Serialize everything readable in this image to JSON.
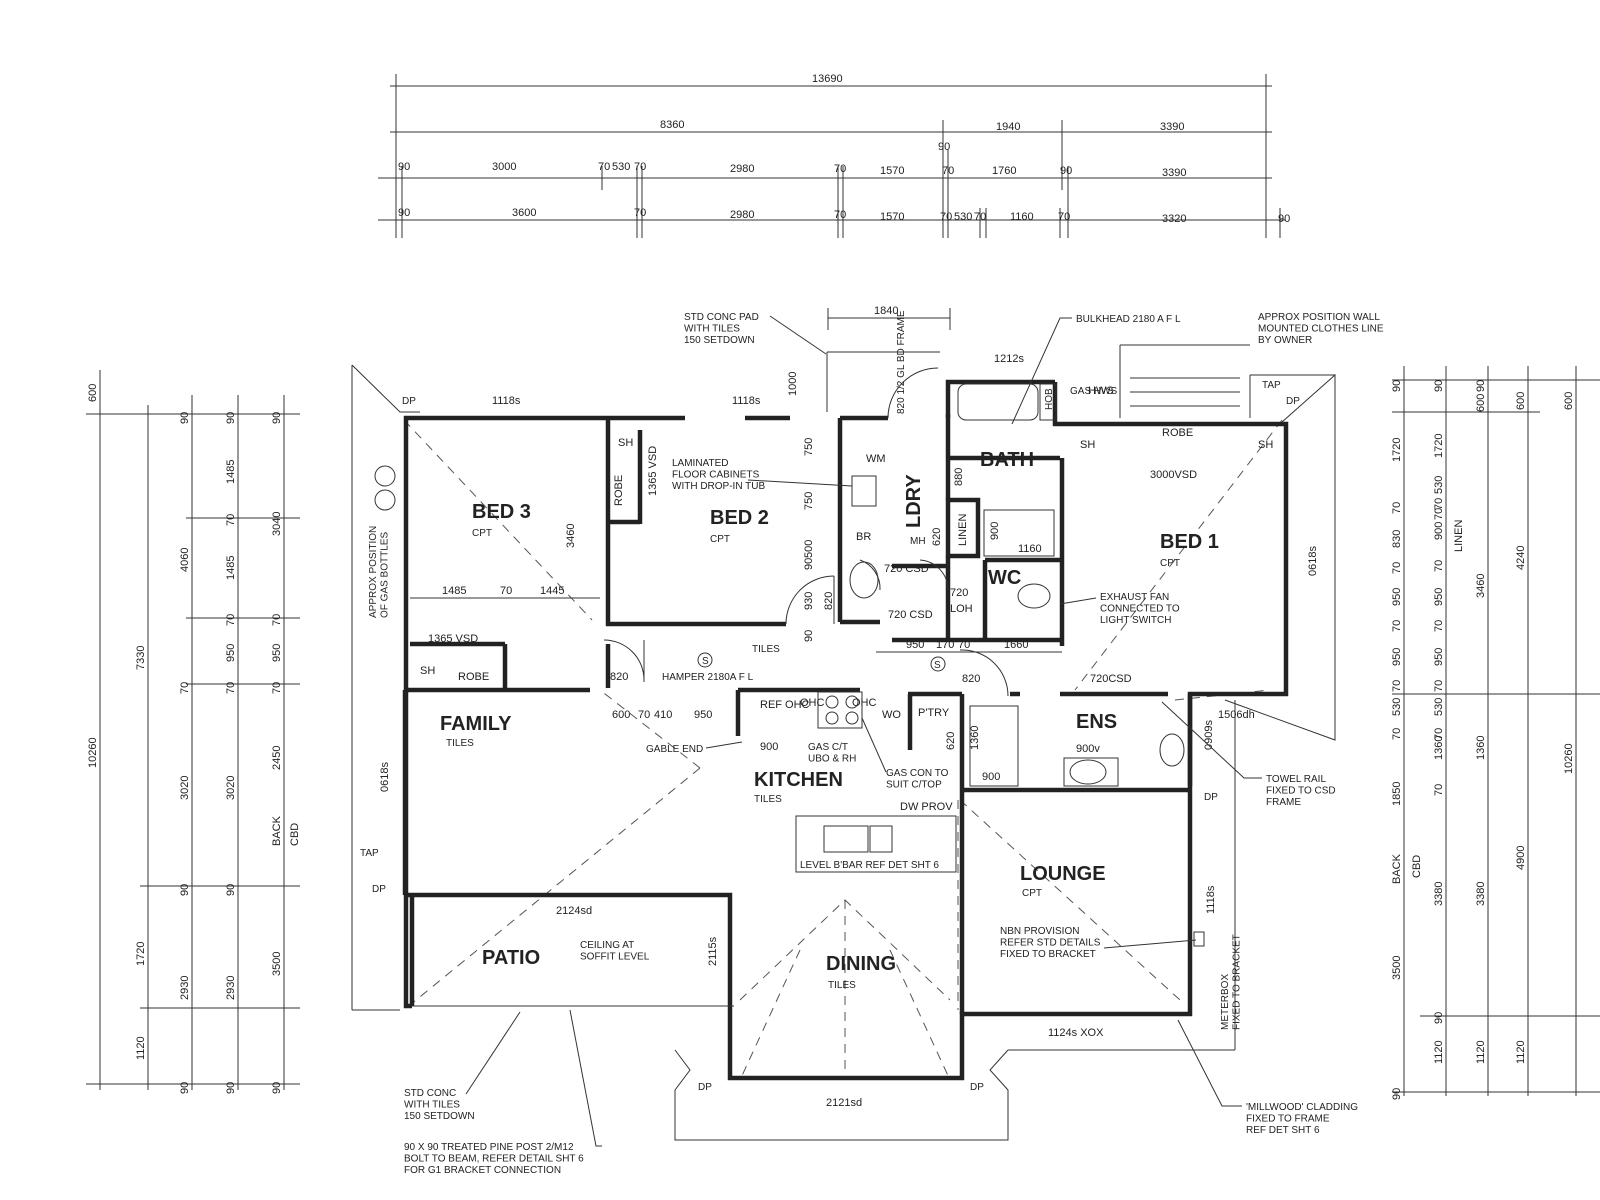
{
  "rooms": {
    "bed3": {
      "name": "BED 3",
      "floor": "CPT"
    },
    "bed2": {
      "name": "BED 2",
      "floor": "CPT"
    },
    "bed1": {
      "name": "BED 1",
      "floor": "CPT"
    },
    "bath": {
      "name": "BATH"
    },
    "ldry": {
      "name": "LDRY"
    },
    "wc": {
      "name": "WC"
    },
    "ens": {
      "name": "ENS"
    },
    "family": {
      "name": "FAMILY",
      "floor": "TILES"
    },
    "kitchen": {
      "name": "KITCHEN",
      "floor": "TILES"
    },
    "patio": {
      "name": "PATIO",
      "note": "CEILING AT\nSOFFIT LEVEL"
    },
    "dining": {
      "name": "DINING",
      "floor": "TILES"
    },
    "lounge": {
      "name": "LOUNGE",
      "floor": "CPT"
    }
  },
  "dims_top": {
    "row1": [
      "13690"
    ],
    "row2": [
      "8360",
      "90",
      "1940",
      "3390"
    ],
    "row3": [
      "90",
      "3000",
      "70",
      "530",
      "70",
      "2980",
      "70",
      "1570",
      "70",
      "1760",
      "90",
      "3390"
    ],
    "row4": [
      "90",
      "3600",
      "70",
      "2980",
      "70",
      "1570",
      "70",
      "530",
      "70",
      "1160",
      "70",
      "3320",
      "90"
    ]
  },
  "dims_left": {
    "c1": [
      "600",
      "10260"
    ],
    "c2": [
      "7330",
      "1720",
      "1120"
    ],
    "c3": [
      "90",
      "4060",
      "70",
      "3020",
      "90",
      "2930",
      "90"
    ],
    "c4": [
      "90",
      "1485",
      "70",
      "1485",
      "70",
      "950",
      "70",
      "3020",
      "90",
      "2930",
      "90"
    ],
    "c5": [
      "90",
      "3040",
      "70",
      "950",
      "70",
      "2450",
      "BACK",
      "CBD",
      "3500",
      "90"
    ]
  },
  "dims_right": {
    "c1": [
      "90",
      "1720",
      "70",
      "830",
      "70",
      "950",
      "70",
      "950",
      "70",
      "530",
      "70",
      "1850",
      "BACK",
      "CBD",
      "3500",
      "90"
    ],
    "c2": [
      "90",
      "1720",
      "70",
      "530",
      "70",
      "900",
      "LINEN",
      "70",
      "950",
      "70",
      "950",
      "70",
      "530",
      "70",
      "1360",
      "70",
      "3380",
      "90",
      "1120"
    ],
    "c3": [
      "90",
      "600",
      "3460",
      "1360",
      "3380",
      "1120"
    ],
    "c4": [
      "600",
      "4240",
      "4900",
      "1120"
    ],
    "c5": [
      "600",
      "10260"
    ]
  },
  "interior_dims": [
    "1840",
    "1000",
    "1118s",
    "1118s",
    "3460",
    "1485",
    "70",
    "1445",
    "1365 VSD",
    "SH",
    "ROBE",
    "SH",
    "ROBE",
    "1365 VSD",
    "750",
    "750",
    "500",
    "90",
    "930",
    "90",
    "820",
    "820",
    "720 CSD",
    "720 CSD",
    "720",
    "LOH",
    "620",
    "880",
    "900",
    "1160",
    "950",
    "170",
    "70",
    "1660",
    "820",
    "720CSD",
    "1506dh",
    "0909s",
    "0618s",
    "0618s",
    "1118s",
    "600",
    "70",
    "410",
    "950",
    "900",
    "1360",
    "900",
    "620",
    "2124sd",
    "2115s",
    "2121sd",
    "1124s XOX",
    "1212s",
    "3000VSD",
    "ROBE",
    "SH",
    "SH",
    "BR",
    "WM",
    "HWS",
    "LINEN",
    "REF OHC",
    "OHC",
    "OHC",
    "WO",
    "P'TRY",
    "900v",
    "DW PROV"
  ],
  "annotations": {
    "std_conc_pad": "STD CONC PAD\nWITH TILES\n150 SETDOWN",
    "bulkhead": "BULKHEAD 2180 A F L",
    "clothesline": "APPROX POSITION WALL\nMOUNTED CLOTHES LINE\nBY OWNER",
    "gas_bottles": "APPROX POSITION\nOF GAS BOTTLES",
    "laminated": "LAMINATED\nFLOOR CABINETS\nWITH DROP-IN TUB",
    "exhaust": "EXHAUST FAN\nCONNECTED TO\nLIGHT SWITCH",
    "hamper": "HAMPER 2180A F L",
    "tiles": "TILES",
    "gable": "GABLE END",
    "gas_ct": "GAS C/T\nUBO & RH",
    "gas_conn": "GAS CON TO\nSUIT C/TOP",
    "level_bbar": "LEVEL B'BAR REF DET SHT 6",
    "towel_rail": "TOWEL RAIL\nFIXED TO CSD\nFRAME",
    "nbn": "NBN PROVISION\nREFER STD DETAILS\nFIXED TO BRACKET",
    "meterbox": "METERBOX\nFIXED TO BRACKET",
    "std_conc": "STD CONC\nWITH TILES\n150 SETDOWN",
    "pine_post": "90 X 90 TREATED PINE POST 2/M12\nBOLT TO BEAM, REFER DETAIL SHT 6\nFOR G1 BRACKET CONNECTION",
    "millwood": "'MILLWOOD' CLADDING\nFIXED TO FRAME\nREF DET SHT 6",
    "gas_hws": "GAS HWS",
    "tap": "TAP",
    "dp": "DP",
    "hob": "HOB",
    "bulk_frame": "820 1/2 GL BD FRAME",
    "s": "S",
    "mh": "MH"
  }
}
